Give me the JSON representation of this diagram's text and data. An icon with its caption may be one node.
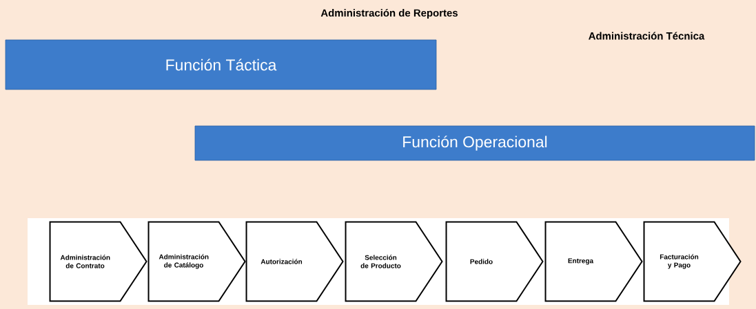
{
  "diagram": {
    "nodes": [
      {
        "text": [
          "Función Táctica"
        ]
      },
      {
        "text": [
          "Función Operacional"
        ]
      },
      {
        "text": [
          "Administración de Contrato"
        ]
      },
      {
        "text": [
          "Administración de Catálogo"
        ]
      },
      {
        "text": [
          "Autorización"
        ]
      },
      {
        "text": [
          "Selección de Producto"
        ]
      },
      {
        "text": [
          "Pedido"
        ]
      },
      {
        "text": [
          "Entrega"
        ]
      },
      {
        "text": [
          "Facturación y Pago"
        ]
      }
    ],
    "labels": [
      "Administración de Reportes",
      "Administración Técnica"
    ]
  }
}
